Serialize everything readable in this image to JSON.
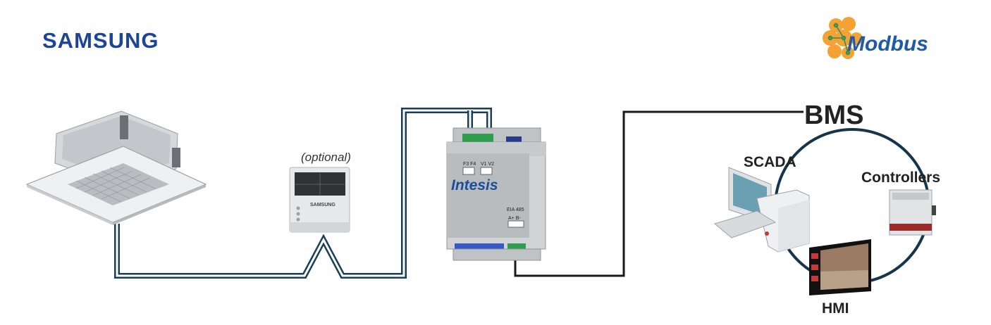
{
  "brands": {
    "samsung_logo": "SAMSUNG",
    "modbus_logo": "Modbus"
  },
  "devices": {
    "thermostat_optional_label": "(optional)",
    "thermostat_brand": "SAMSUNG",
    "gateway_logo": "Intesis",
    "gateway_terminal_left": "F3 F4",
    "gateway_terminal_right": "V1 V2",
    "gateway_port_label": "EIA 485",
    "gateway_port_pins": "A+ B-"
  },
  "bms": {
    "title": "BMS",
    "nodes": {
      "scada": "SCADA",
      "controllers": "Controllers",
      "hmi": "HMI"
    }
  },
  "colors": {
    "samsung_blue": "#1d4597",
    "samsung_wire": "#173f55",
    "modbus_blue": "#1e5aa8",
    "modbus_orange": "#f3a233",
    "bus_wire": "#1a1a1a",
    "bms_ring": "#15354c",
    "text_dark": "#222222"
  },
  "icons": [
    "cassette-ac-icon",
    "wall-thermostat-icon",
    "intesis-gateway-icon",
    "desktop-computer-icon",
    "controller-box-icon",
    "hmi-panel-icon",
    "modbus-logo-icon"
  ]
}
